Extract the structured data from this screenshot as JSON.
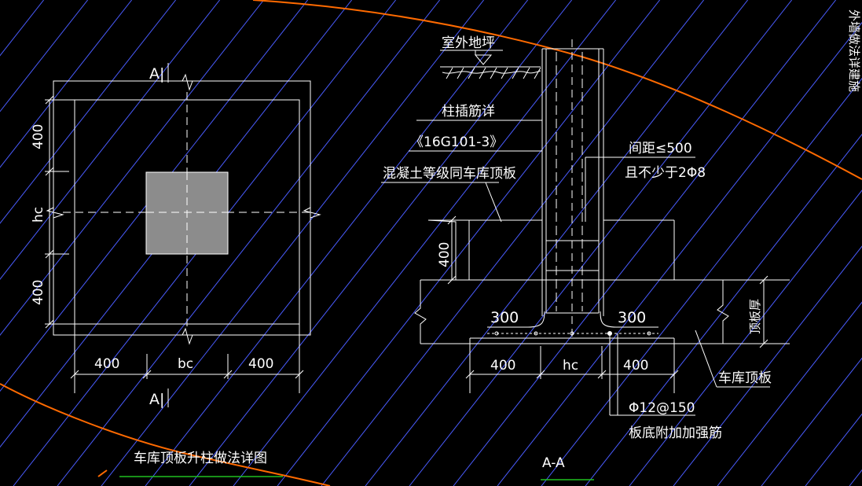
{
  "plan": {
    "section_mark_top": "A|",
    "section_mark_bottom": "A|",
    "dim_top_left": "400",
    "dim_hc": "hc",
    "dim_bottom_left": "400",
    "dim_x_left": "400",
    "dim_x_bc": "bc",
    "dim_x_right": "400",
    "title": "车库顶板升柱做法详图"
  },
  "section": {
    "ground_label": "室外地坪",
    "column_rebar_label": "柱插筋详",
    "atlas_ref": "《16G101-3》",
    "concrete_label": "混凝土等级同车库顶板",
    "spacing_label": "间距≤500",
    "spacing_min_label": "且不少于2Φ8",
    "dim_height_400": "400",
    "dim_left_300": "300",
    "dim_right_300": "300",
    "dim_bottom_left_400": "400",
    "dim_bottom_hc": "hc",
    "dim_bottom_right_400": "400",
    "slab_thickness_label": "顶板厚",
    "roof_slab_label": "车库顶板",
    "rebar_spec": "Φ12@150",
    "rebar_note": "板底附加加强筋",
    "title": "A-A",
    "edge_text": "外墙做法详建施"
  },
  "colors": {
    "hatch": "#4a5cff",
    "cut_line": "#ff6a00",
    "underline": "#20c020",
    "column_fill": "#8c8c8c",
    "lines": "#ffffff"
  }
}
